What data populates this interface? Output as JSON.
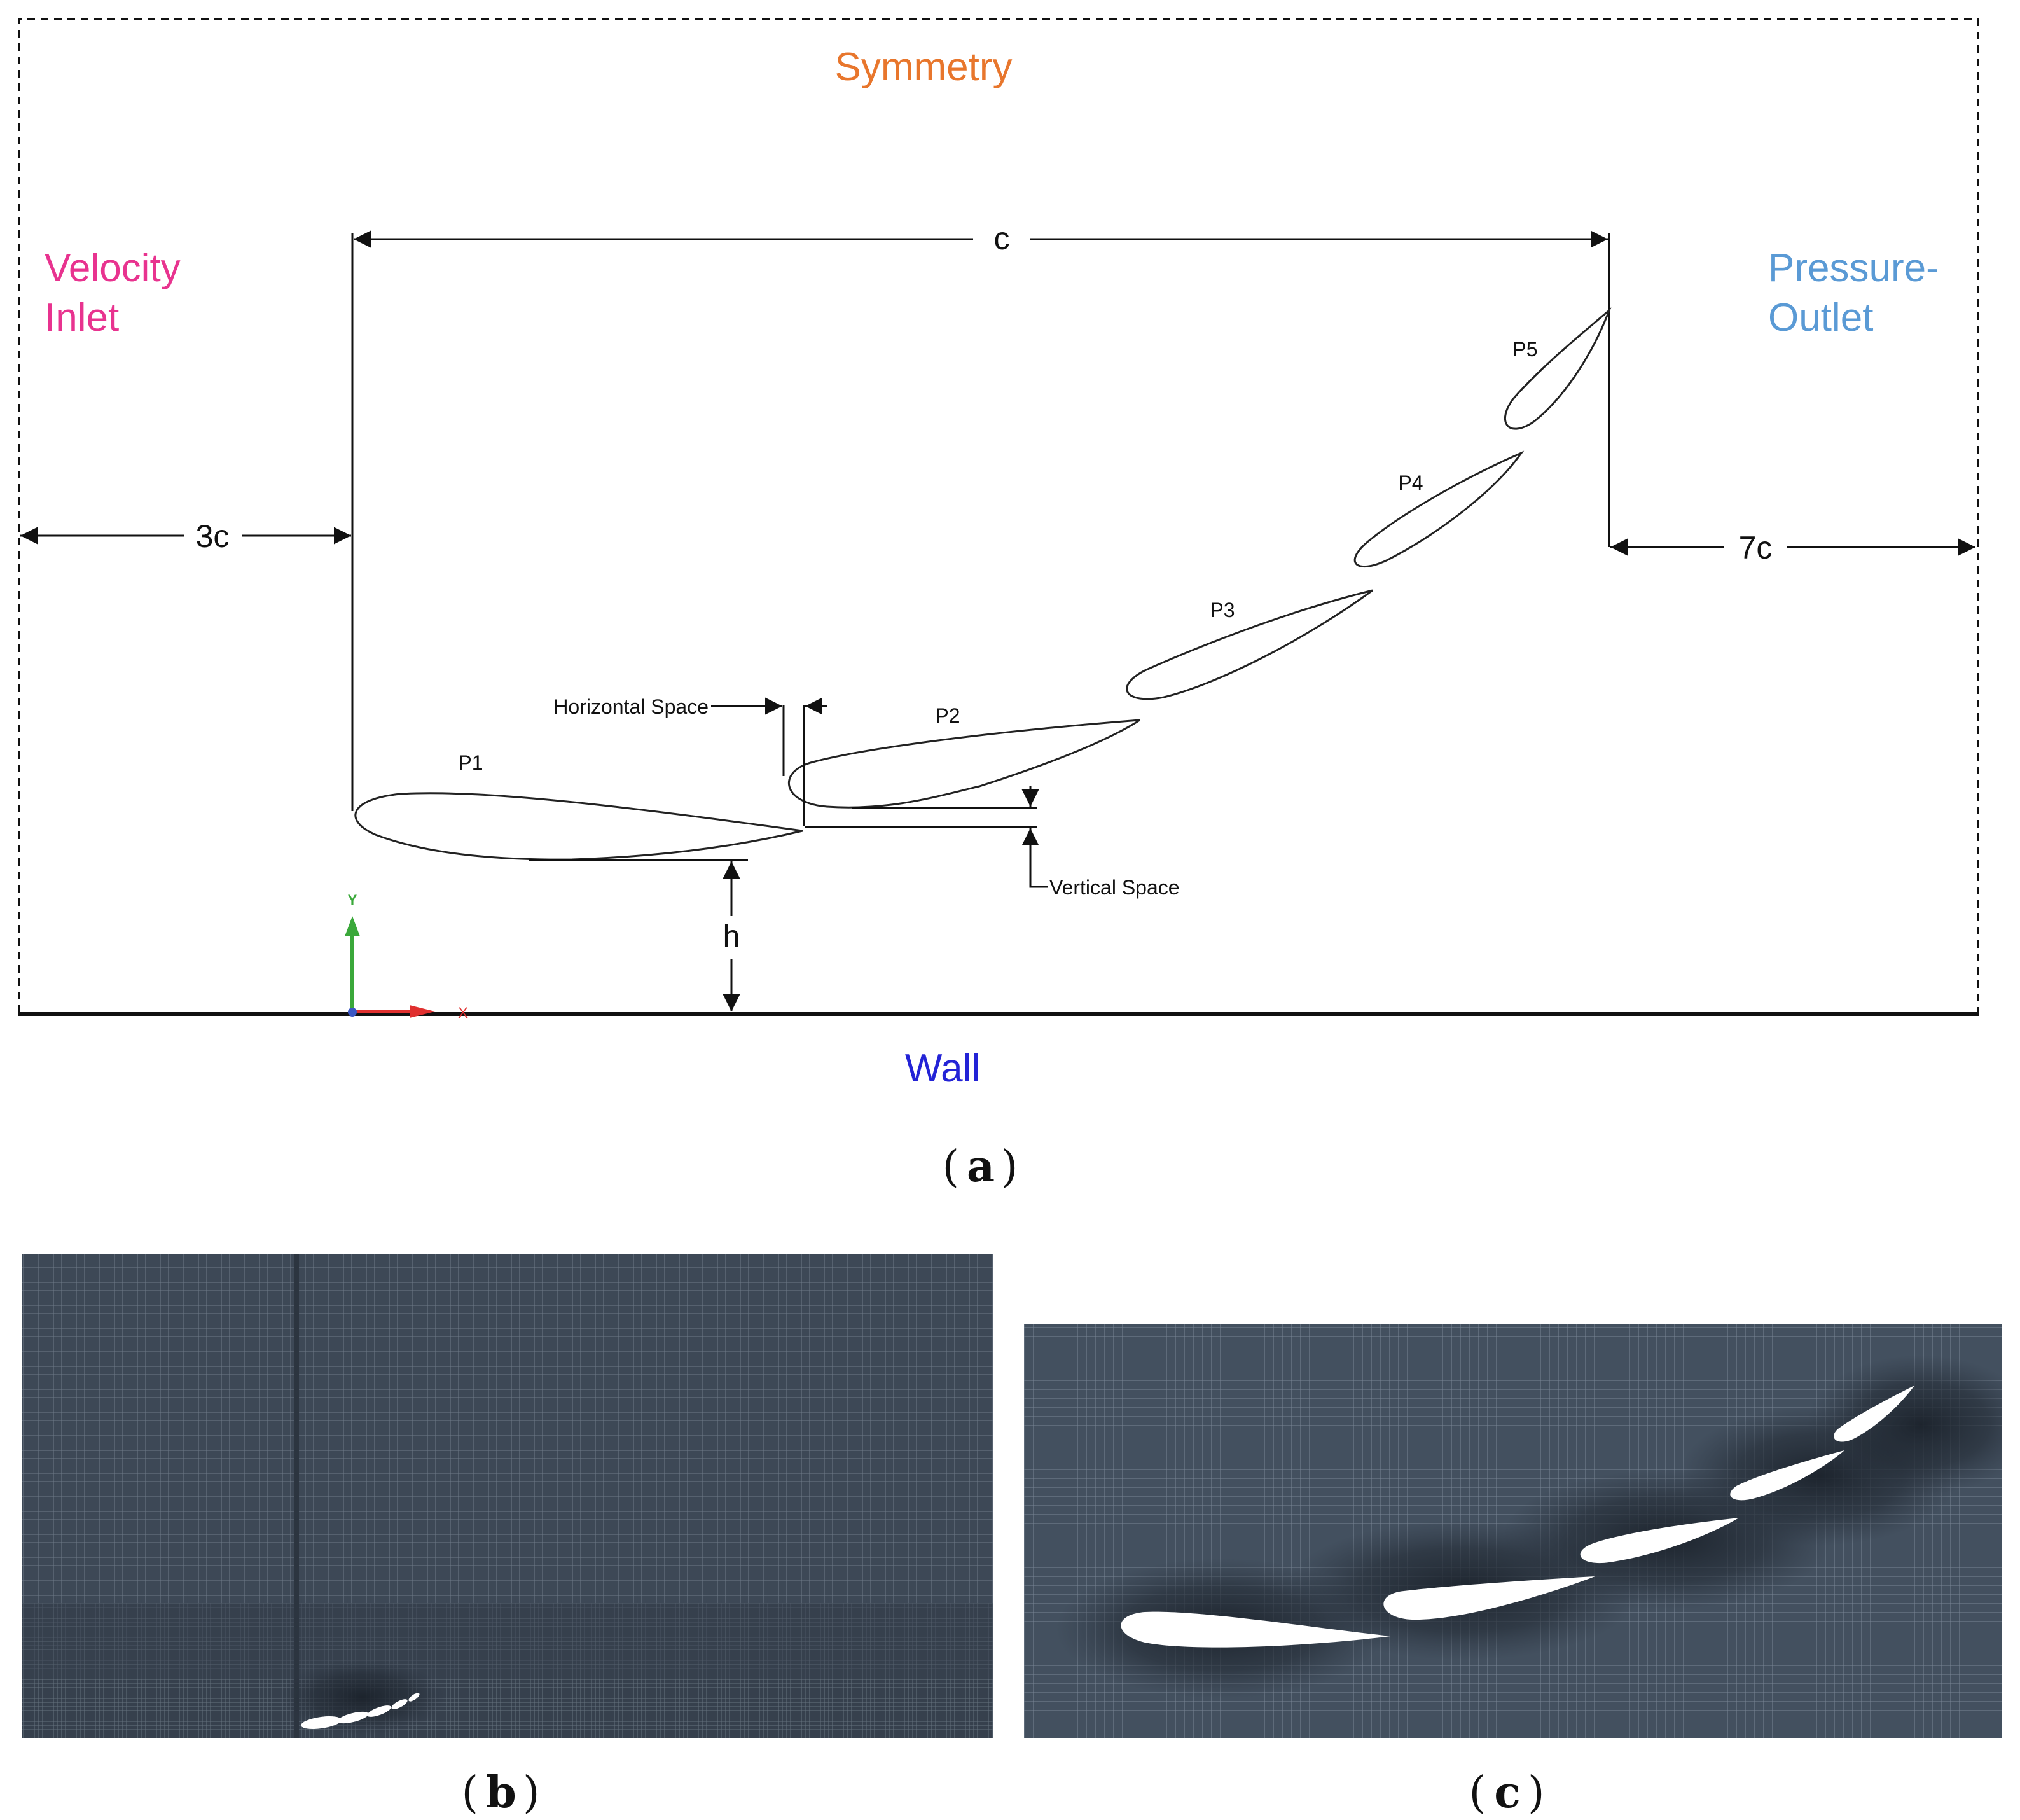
{
  "panel_a": {
    "boundaries": {
      "top": "Symmetry",
      "left_line1": "Velocity",
      "left_line2": "Inlet",
      "right_line1": "Pressure-",
      "right_line2": "Outlet",
      "bottom": "Wall"
    },
    "boundary_colors": {
      "symmetry": "#e8762c",
      "inlet": "#e8338f",
      "outlet": "#5a9ad5",
      "wall": "#2323d6"
    },
    "dimensions": {
      "chord": "c",
      "upstream": "3c",
      "downstream": "7c",
      "height": "h",
      "horizontal_space": "Horizontal Space",
      "vertical_space": "Vertical Space"
    },
    "element_labels": [
      "P1",
      "P2",
      "P3",
      "P4",
      "P5"
    ],
    "axis_triad": {
      "y": "Y",
      "x": "X"
    },
    "caption": "a"
  },
  "panel_b": {
    "caption": "b"
  },
  "panel_c": {
    "caption": "c"
  },
  "colors": {
    "mesh_background": "#3d4856",
    "mesh_line": "#6e7a88",
    "airfoil_fill": "#ffffff"
  }
}
